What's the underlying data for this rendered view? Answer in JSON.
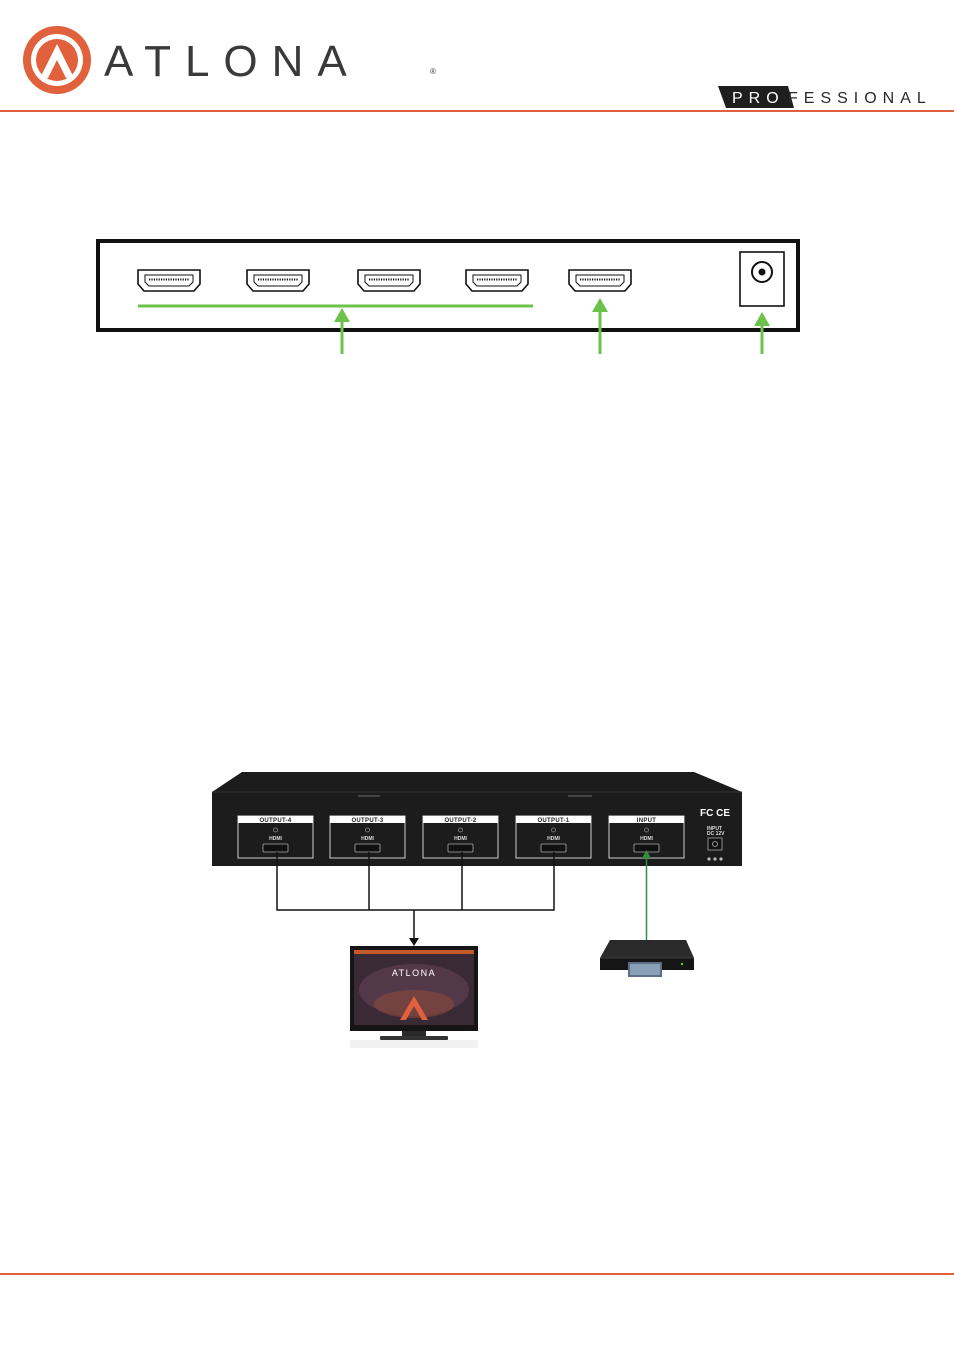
{
  "header": {
    "brand": "ATLONA",
    "registered_mark": "®",
    "badge_pro": "PRO",
    "badge_rest": "FESSIONAL"
  },
  "connection": {
    "ports": [
      "OUTPUT-4",
      "OUTPUT-3",
      "OUTPUT-2",
      "OUTPUT-1",
      "INPUT"
    ],
    "port_type": "HDMI",
    "power_label_1": "INPUT",
    "power_label_2": "DC 12V",
    "certifications": "FC CE",
    "display_brand": "ATLONA"
  },
  "colors": {
    "accent": "#e0613c",
    "indicator_green": "#6cc24a",
    "cable_green": "#2f8f3f",
    "device_body": "#1c1c1c"
  },
  "icons": [
    "atlona-logo-icon",
    "hdmi-port-icon",
    "power-jack-icon",
    "arrow-up-icon",
    "tv-icon",
    "blu-ray-player-icon"
  ]
}
